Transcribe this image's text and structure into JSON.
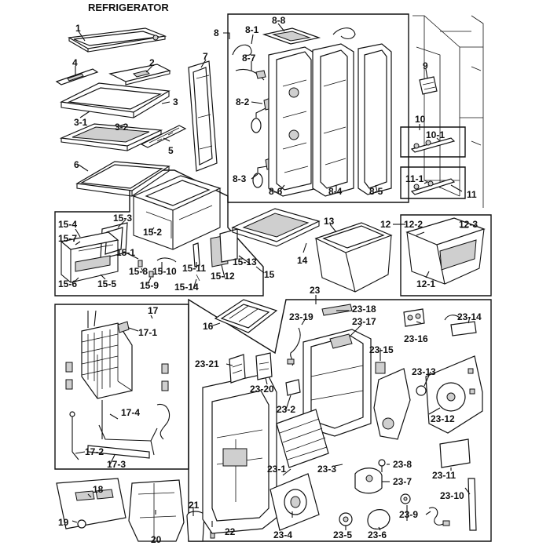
{
  "title": "REFRIGERATOR",
  "labels": {
    "p1": "1",
    "p2": "2",
    "p3": "3",
    "p3_1": "3-1",
    "p3_2": "3-2",
    "p4": "4",
    "p5": "5",
    "p6": "6",
    "p7": "7",
    "p8": "8",
    "p8_1": "8-1",
    "p8_2": "8-2",
    "p8_3": "8-3",
    "p8_4": "8-4",
    "p8_5": "8-5",
    "p8_6": "8-6",
    "p8_7": "8-7",
    "p8_8": "8-8",
    "p9": "9",
    "p10": "10",
    "p10_1": "10-1",
    "p11": "11",
    "p11_1": "11-1",
    "p12": "12",
    "p12_1": "12-1",
    "p12_2": "12-2",
    "p12_3": "12-3",
    "p13": "13",
    "p14": "14",
    "p15": "15",
    "p15_1": "15-1",
    "p15_2": "15-2",
    "p15_3": "15-3",
    "p15_4": "15-4",
    "p15_5": "15-5",
    "p15_6": "15-6",
    "p15_7": "15-7",
    "p15_8": "15-8",
    "p15_9": "15-9",
    "p15_10": "15-10",
    "p15_11": "15-11",
    "p15_12": "15-12",
    "p15_13": "15-13",
    "p15_14": "15-14",
    "p16": "16",
    "p17": "17",
    "p17_1": "17-1",
    "p17_2": "17-2",
    "p17_3": "17-3",
    "p17_4": "17-4",
    "p18": "18",
    "p19": "19",
    "p20": "20",
    "p21": "21",
    "p22": "22",
    "p23": "23",
    "p23_1": "23-1",
    "p23_2": "23-2",
    "p23_3": "23-3",
    "p23_4": "23-4",
    "p23_5": "23-5",
    "p23_6": "23-6",
    "p23_7": "23-7",
    "p23_8": "23-8",
    "p23_9": "23-9",
    "p23_10": "23-10",
    "p23_11": "23-11",
    "p23_12": "23-12",
    "p23_13": "23-13",
    "p23_14": "23-14",
    "p23_15": "23-15",
    "p23_16": "23-16",
    "p23_17": "23-17",
    "p23_18": "23-18",
    "p23_19": "23-19",
    "p23_20": "23-20",
    "p23_21": "23-21"
  }
}
